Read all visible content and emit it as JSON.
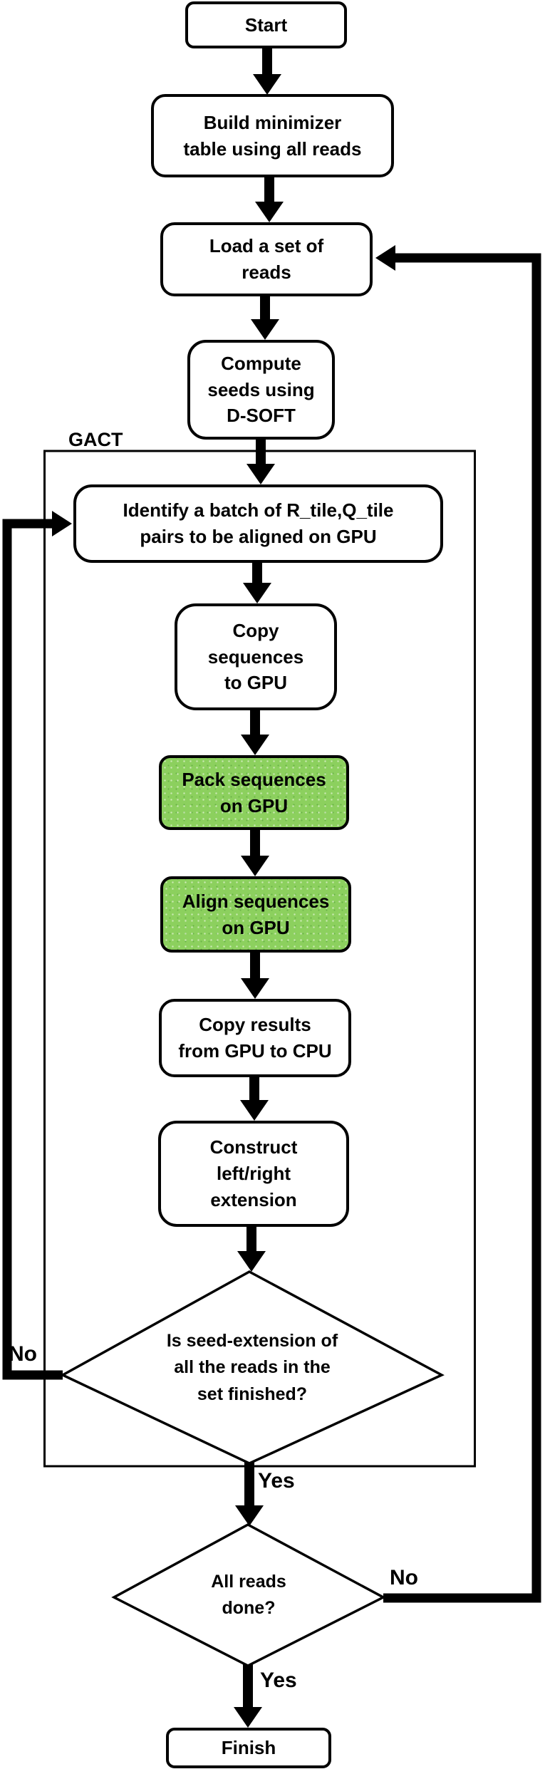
{
  "flowchart": {
    "group_label": "GACT",
    "nodes": {
      "start": "Start",
      "build_minimizer": "Build minimizer\ntable using all reads",
      "load_reads": "Load a set of\nreads",
      "compute_seeds": "Compute\nseeds using\nD-SOFT",
      "identify_batch": "Identify a batch of R_tile,Q_tile\npairs to be aligned on GPU",
      "copy_sequences": "Copy\nsequences\nto GPU",
      "pack_sequences": "Pack sequences\non GPU",
      "align_sequences": "Align sequences\non GPU",
      "copy_results": "Copy results\nfrom GPU to CPU",
      "construct_extension": "Construct\nleft/right\nextension",
      "seed_extension_decision": "Is seed-extension of\nall the reads in the\nset finished?",
      "all_reads_decision": "All reads\ndone?",
      "finish": "Finish"
    },
    "edge_labels": {
      "seed_extension_no": "No",
      "seed_extension_yes": "Yes",
      "all_reads_no": "No",
      "all_reads_yes": "Yes"
    },
    "colors": {
      "gpu_highlight_green": "#8CD05E",
      "node_fill": "#FFFFFF",
      "stroke": "#000000"
    }
  }
}
